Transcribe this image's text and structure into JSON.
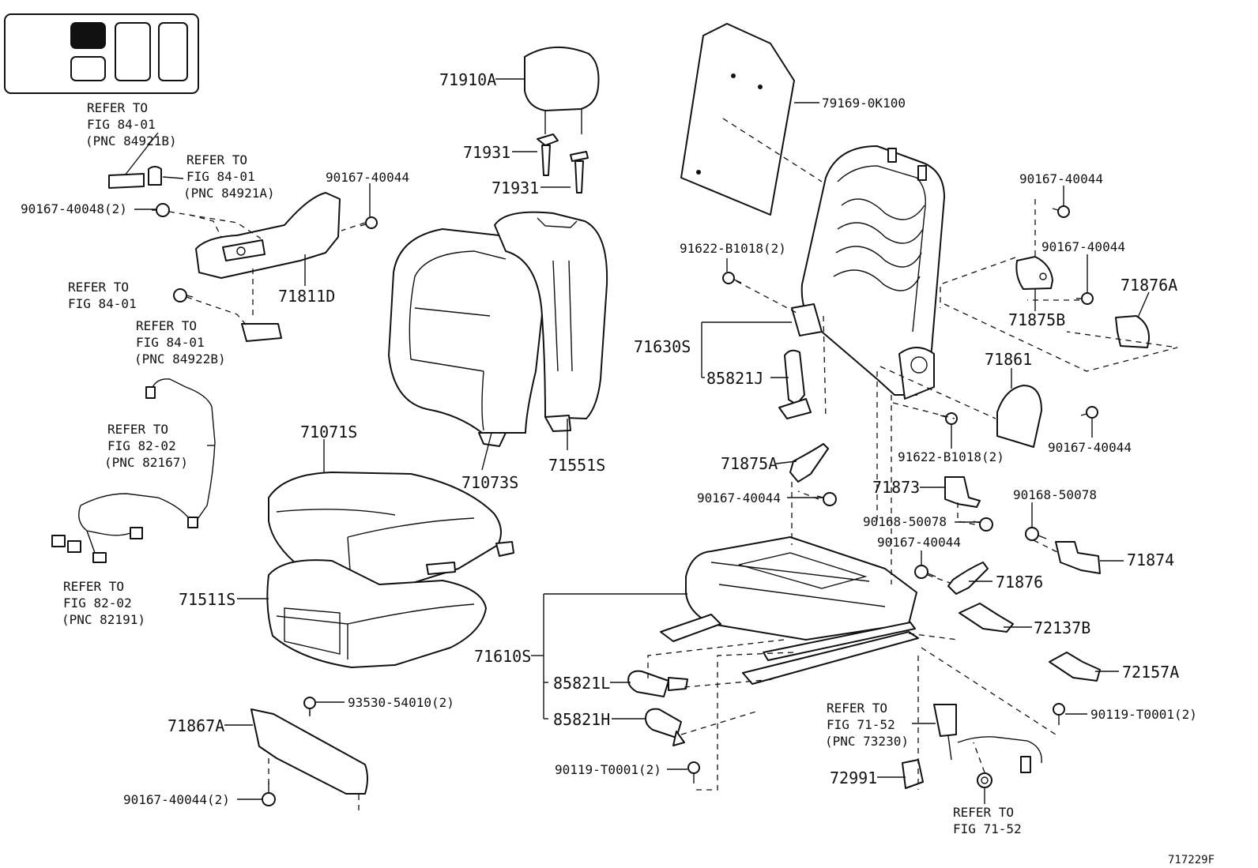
{
  "diagram_id": "717229F",
  "labels": {
    "l71910A": "71910A",
    "l71931a": "71931",
    "l71931b": "71931",
    "l79169": "79169-0K100",
    "l90167_40044_top": "90167-40044",
    "l90167_40048": "90167-40048(2)",
    "l71811D": "71811D",
    "l71071S": "71071S",
    "l71073S": "71073S",
    "l71551S": "71551S",
    "l71511S": "71511S",
    "l91622_top": "91622-B1018(2)",
    "l71630S": "71630S",
    "l85821J": "85821J",
    "l90167_40044_r1": "90167-40044",
    "l90167_40044_r2": "90167-40044",
    "l71876A": "71876A",
    "l71875B": "71875B",
    "l71861": "71861",
    "l91622_bot": "91622-B1018(2)",
    "l90167_40044_r3": "90167-40044",
    "l71875A": "71875A",
    "l90167_40044_mid": "90167-40044",
    "l71873": "71873",
    "l90168_50078_a": "90168-50078",
    "l90168_50078_b": "90168-50078",
    "l90167_40044_m2": "90167-40044",
    "l71874": "71874",
    "l71876": "71876",
    "l72137B": "72137B",
    "l72157A": "72157A",
    "l71610S": "71610S",
    "l85821L": "85821L",
    "l85821H": "85821H",
    "l90119_left": "90119-T0001(2)",
    "l90119_right": "90119-T0001(2)",
    "l72991": "72991",
    "l93530": "93530-54010(2)",
    "l71867A": "71867A",
    "l90167_40044_bot": "90167-40044(2)"
  },
  "refs": {
    "r84921B": [
      "REFER TO",
      "FIG 84-01",
      "(PNC 84921B)"
    ],
    "r84921A": [
      "REFER TO",
      "FIG 84-01",
      "(PNC 84921A)"
    ],
    "r8401": [
      "REFER TO",
      "FIG 84-01"
    ],
    "r84922B": [
      "REFER TO",
      "FIG 84-01",
      "(PNC 84922B)"
    ],
    "r82167": [
      "REFER TO",
      "FIG 82-02",
      "(PNC 82167)"
    ],
    "r82191": [
      "REFER TO",
      "FIG 82-02",
      "(PNC 82191)"
    ],
    "r73230": [
      "REFER TO",
      "FIG 71-52",
      "(PNC 73230)"
    ],
    "r7152": [
      "REFER TO",
      "FIG 71-52"
    ]
  }
}
